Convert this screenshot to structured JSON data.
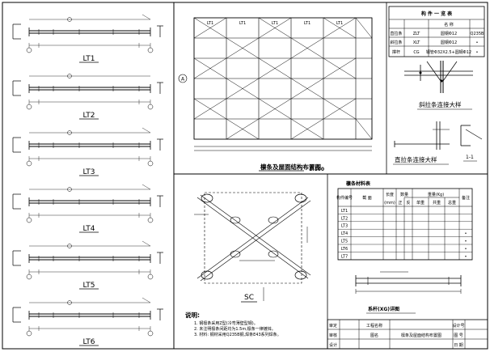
{
  "purlins": [
    {
      "label": "LT1",
      "has_slope_tag": true
    },
    {
      "label": "LT2",
      "has_slope_tag": false
    },
    {
      "label": "LT3",
      "has_slope_tag": true
    },
    {
      "label": "LT4",
      "has_slope_tag": true
    },
    {
      "label": "LT5",
      "has_slope_tag": true
    },
    {
      "label": "LT6",
      "has_slope_tag": true
    }
  ],
  "roof_plan": {
    "title": "檩条及屋面结构布置图",
    "scale": "1:100",
    "axis_marker": "A",
    "grid_label": "LT1"
  },
  "member_table": {
    "title": "构 件 一 览 表",
    "headers": [
      "",
      "名 称",
      ""
    ],
    "rows": [
      {
        "code": "ZLT",
        "name": "圆钢Φ12",
        "material": "Q235B",
        "type": "直拉条"
      },
      {
        "code": "XLT",
        "name": "圆钢Φ12",
        "material": "•",
        "type": "斜拉条"
      },
      {
        "code": "CG",
        "name": "钢管Φ32X2.5+圆钢Φ12",
        "material": "•",
        "type": "撑杆"
      }
    ]
  },
  "details": {
    "diagonal_brace": "斜拉条连接大样",
    "straight_brace": "直拉条连接大样",
    "section": "1-1"
  },
  "sc_label": "SC",
  "material_table": {
    "title": "檩条材料表",
    "headers": [
      "构件编号",
      "截 面",
      "长度",
      "数量",
      "重量(Kg)",
      "备注"
    ],
    "subheaders": [
      "(mm)",
      "正",
      "反",
      "单重",
      "共重",
      "总重"
    ],
    "rows": [
      {
        "id": "LT1",
        "note": ""
      },
      {
        "id": "LT2",
        "note": ""
      },
      {
        "id": "LT3",
        "note": ""
      },
      {
        "id": "LT4",
        "note": "•"
      },
      {
        "id": "LT5",
        "note": "•"
      },
      {
        "id": "LT6",
        "note": "•"
      },
      {
        "id": "LT7",
        "note": "•"
      }
    ]
  },
  "strut_detail_title": "系杆(XG)详图",
  "notes": {
    "heading": "说明:",
    "items": [
      "1. 钢檩条采用Z型(冷弯薄壁型钢)。",
      "2. 未注明檩条间距均为1.5m,檩条一律镀锌。",
      "3. 材料: 钢材采用Q235B钢,焊条E43系列焊条。"
    ]
  },
  "title_block": {
    "project_label": "工程名称",
    "drawing_label": "图名",
    "drawing_name": "檩条及屋面结构布置图",
    "row_labels": [
      "审定",
      "审核",
      "设计"
    ],
    "right_labels": [
      "设计号",
      "图 号",
      "日 期"
    ]
  }
}
